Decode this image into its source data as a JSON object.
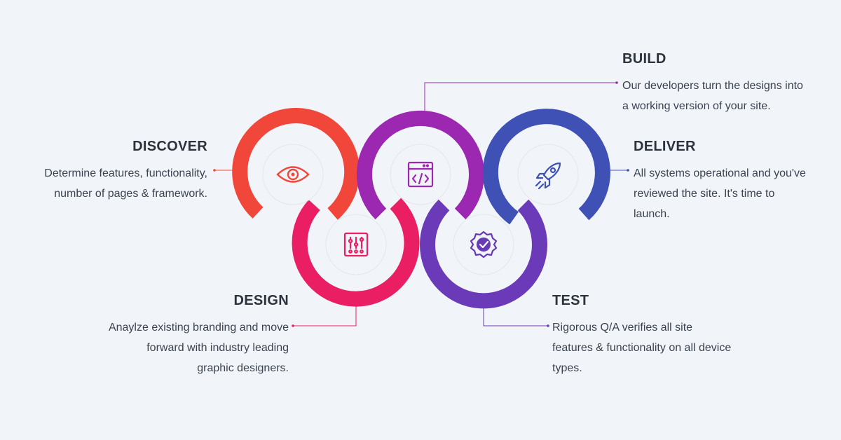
{
  "colors": {
    "background": "#f1f5f9",
    "discover": "#f0473a",
    "design": "#e91e63",
    "build": "#9c27b0",
    "test": "#673ab7",
    "deliver": "#3f51b5"
  },
  "steps": {
    "discover": {
      "title": "DISCOVER",
      "lines": [
        "Determine features, functionality,",
        "number of pages & framework."
      ],
      "icon": "eye-icon"
    },
    "design": {
      "title": "DESIGN",
      "lines": [
        "Anaylze existing branding and move",
        "forward with industry leading",
        "graphic designers."
      ],
      "icon": "sliders-icon"
    },
    "build": {
      "title": "BUILD",
      "lines": [
        "Our developers turn the designs into",
        "a working version of your site."
      ],
      "icon": "code-window-icon"
    },
    "test": {
      "title": "TEST",
      "lines": [
        "Rigorous Q/A verifies all site",
        "features & functionality on all device",
        "types."
      ],
      "icon": "badge-check-icon"
    },
    "deliver": {
      "title": "DELIVER",
      "lines": [
        "All systems operational and you've",
        "reviewed the site. It's time to",
        "launch."
      ],
      "icon": "rocket-icon"
    }
  }
}
